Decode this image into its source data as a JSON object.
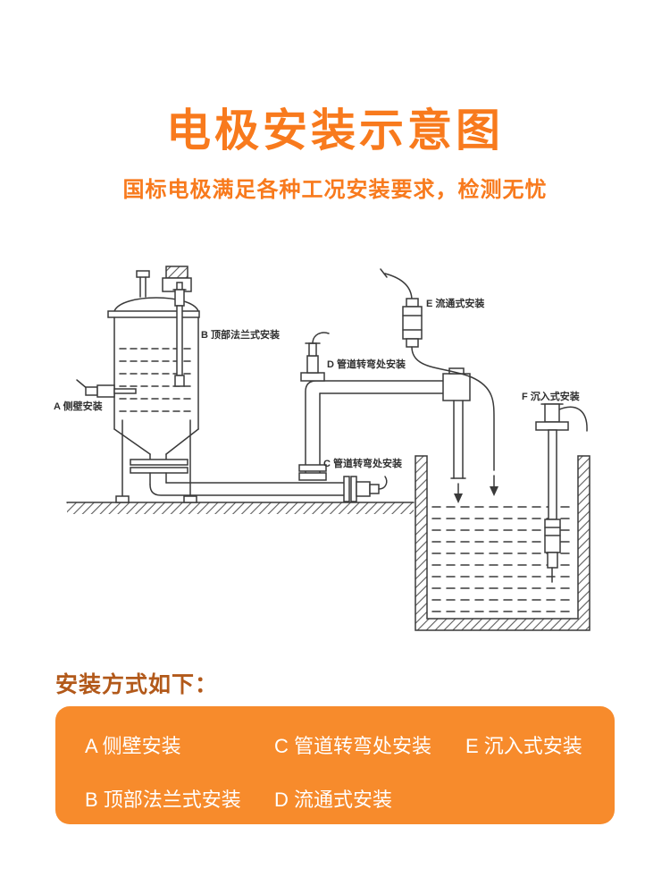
{
  "page": {
    "title": "电极安装示意图",
    "subtitle": "国标电极满足各种工况安装要求，检测无忧"
  },
  "diagram": {
    "labels": {
      "a": "A 侧壁安装",
      "b": "B 顶部法兰式安装",
      "c": "C 管道转弯处安装",
      "d": "D 管道转弯处安装",
      "e": "E 流通式安装",
      "f": "F 沉入式安装"
    }
  },
  "methods": {
    "heading": "安装方式如下：",
    "items": [
      "A 侧壁安装",
      "C 管道转弯处安装",
      "E 沉入式安装",
      "B 顶部法兰式安装",
      "D 流通式安装"
    ]
  },
  "colors": {
    "accent": "#f87a1d",
    "heading": "#b2591a",
    "panel": "#f78b2c",
    "line": "#3a3a3a"
  }
}
